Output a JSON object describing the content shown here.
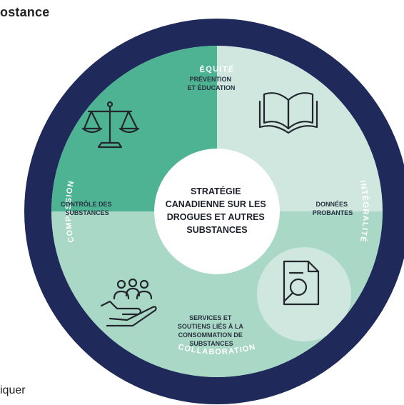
{
  "page": {
    "heading_fragment": "ostance",
    "body_fragment": "iquer"
  },
  "diagram": {
    "center_lines": [
      "STRATÉGIE",
      "CANADIENNE SUR LES",
      "DROGUES ET AUTRES",
      "SUBSTANCES"
    ],
    "ring_labels": {
      "top": "ÉQUITÉ",
      "left": "COMPASSION",
      "right": "INTÉGRALITÉ",
      "bottom": "COLLABORATION"
    },
    "pillars": {
      "prevention": [
        "PRÉVENTION",
        "ET ÉDUCATION"
      ],
      "evidence": [
        "DONNÉES",
        "PROBANTES"
      ],
      "services": [
        "SERVICES ET",
        "SOUTIENS LIÉS À LA",
        "CONSOMMATION DE",
        "SUBSTANCES"
      ],
      "control": [
        "CONTRÔLE DES",
        "SUBSTANCES"
      ]
    },
    "icons": {
      "prevention": "open-book-icon",
      "evidence": "document-magnifier-icon",
      "services": "people-in-hand-icon",
      "control": "scales-of-justice-icon"
    },
    "colors": {
      "ring": "#1f2a5a",
      "pale_teal": "#cfe7de",
      "mid_teal": "#a9d8c7",
      "deep_teal": "#4db393",
      "center": "#ffffff"
    }
  }
}
